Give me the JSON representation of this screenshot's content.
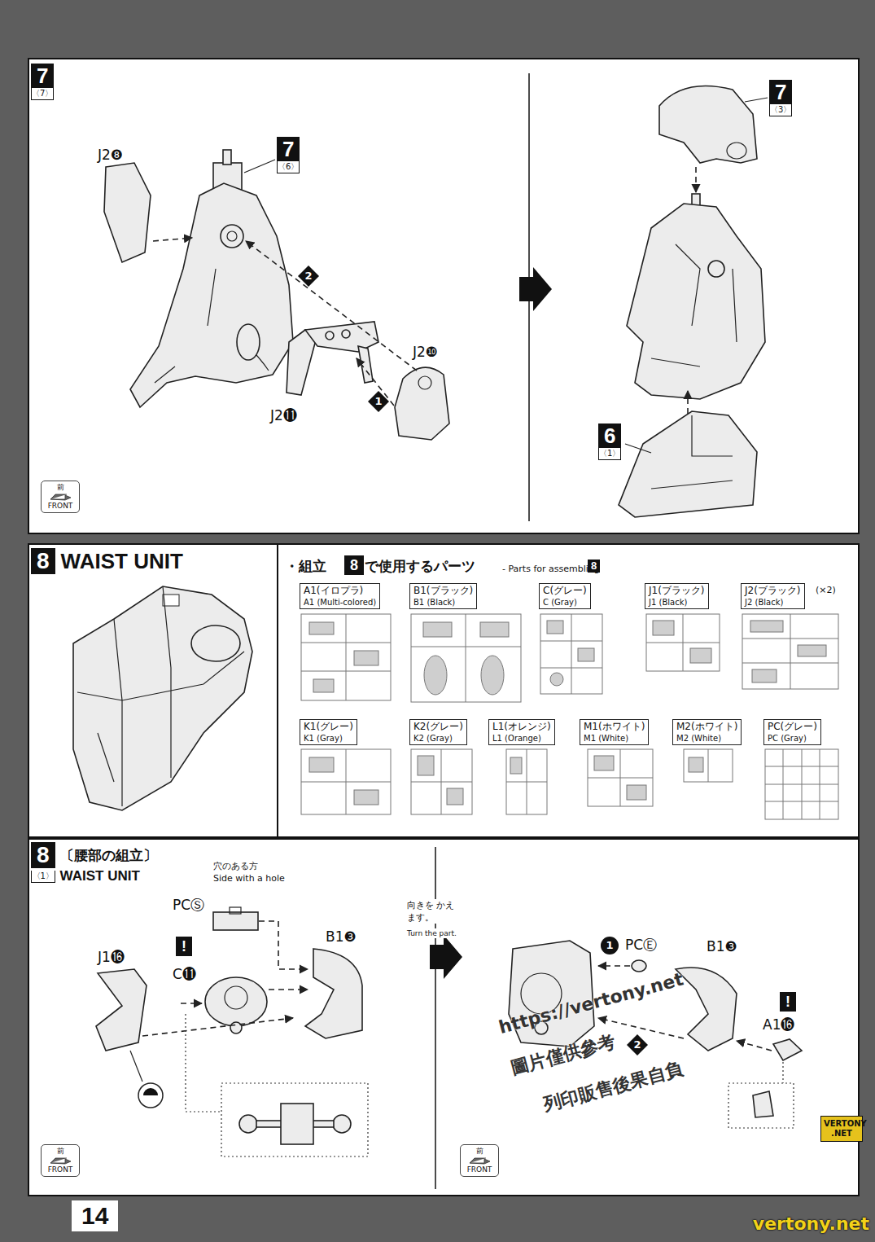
{
  "diagram": {
    "nodes": [
      {
        "text": [
          "7",
          "〈7〉"
        ]
      },
      {
        "text": [
          "7",
          "〈6〉"
        ]
      },
      {
        "text": [
          "7",
          "〈3〉"
        ]
      },
      {
        "text": [
          "6",
          "〈1〉"
        ]
      },
      {
        "text": [
          "8",
          "WAIST UNIT"
        ]
      },
      {
        "text": [
          "A1(イロプラ)",
          "A1 (Multi-colored)"
        ]
      },
      {
        "text": [
          "B1(ブラック)",
          "B1 (Black)"
        ]
      },
      {
        "text": [
          "C(グレー)",
          "C (Gray)"
        ]
      },
      {
        "text": [
          "J1(ブラック)",
          "J1 (Black)"
        ]
      },
      {
        "text": [
          "J2(ブラック)",
          "J2 (Black)"
        ]
      },
      {
        "text": [
          "K1(グレー)",
          "K1 (Gray)"
        ]
      },
      {
        "text": [
          "K2(グレー)",
          "K2 (Gray)"
        ]
      },
      {
        "text": [
          "L1(オレンジ)",
          "L1 (Orange)"
        ]
      },
      {
        "text": [
          "M1(ホワイト)",
          "M1 (White)"
        ]
      },
      {
        "text": [
          "M2(ホワイト)",
          "M2 (White)"
        ]
      },
      {
        "text": [
          "PC(グレー)",
          "PC (Gray)"
        ]
      },
      {
        "text": [
          "8",
          "〔腰部の組立〕",
          "〈1〉",
          "WAIST UNIT"
        ]
      },
      {
        "text": [
          "前",
          "FRONT"
        ]
      },
      {
        "text": [
          "前",
          "FRONT"
        ]
      },
      {
        "text": [
          "前",
          "FRONT"
        ]
      }
    ],
    "labels": [
      "J2❽",
      "2",
      "J2❿",
      "J2⓫",
      "1",
      "・組立",
      "8",
      "で使用するパーツ",
      "- Parts for assembling",
      "8",
      "(×2)",
      "穴のある方",
      "Side with a hole",
      "PCⓈ",
      "B1❸",
      "J1⓰",
      "!",
      "C⓫",
      "向きを かえます。",
      "Turn the part.",
      "1",
      "PCⒺ",
      "B1❸",
      "2",
      "!",
      "A1⓰",
      "14",
      "https://vertony.net",
      "圖片僅供參考",
      "列印販售後果自負",
      "VERTONY .NET",
      "vertony.net"
    ]
  }
}
